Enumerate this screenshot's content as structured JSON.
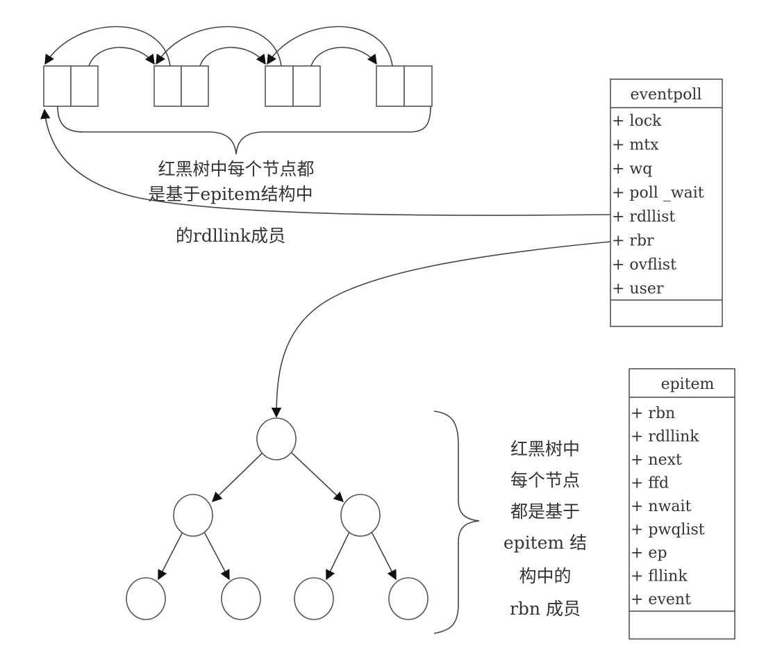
{
  "list_caption": [
    "红黑树中每个节点都",
    "是基于epitem结构中",
    "的rdllink成员"
  ],
  "tree_caption": [
    "红黑树中",
    "每个节点",
    "都是基于",
    "epitem 结",
    "构中的",
    "rbn 成员"
  ],
  "eventpoll": {
    "title": "eventpoll",
    "members": [
      "+ lock",
      "+ mtx",
      "+ wq",
      "+ poll _wait",
      "+ rdllist",
      "+ rbr",
      "+ ovflist",
      "+ user"
    ]
  },
  "epitem": {
    "title": "epitem",
    "members": [
      "+ rbn",
      "+ rdllink",
      "+ next",
      "+ ffd",
      "+ nwait",
      "+ pwqlist",
      "+ ep",
      "+ fllink",
      "+ event"
    ]
  }
}
